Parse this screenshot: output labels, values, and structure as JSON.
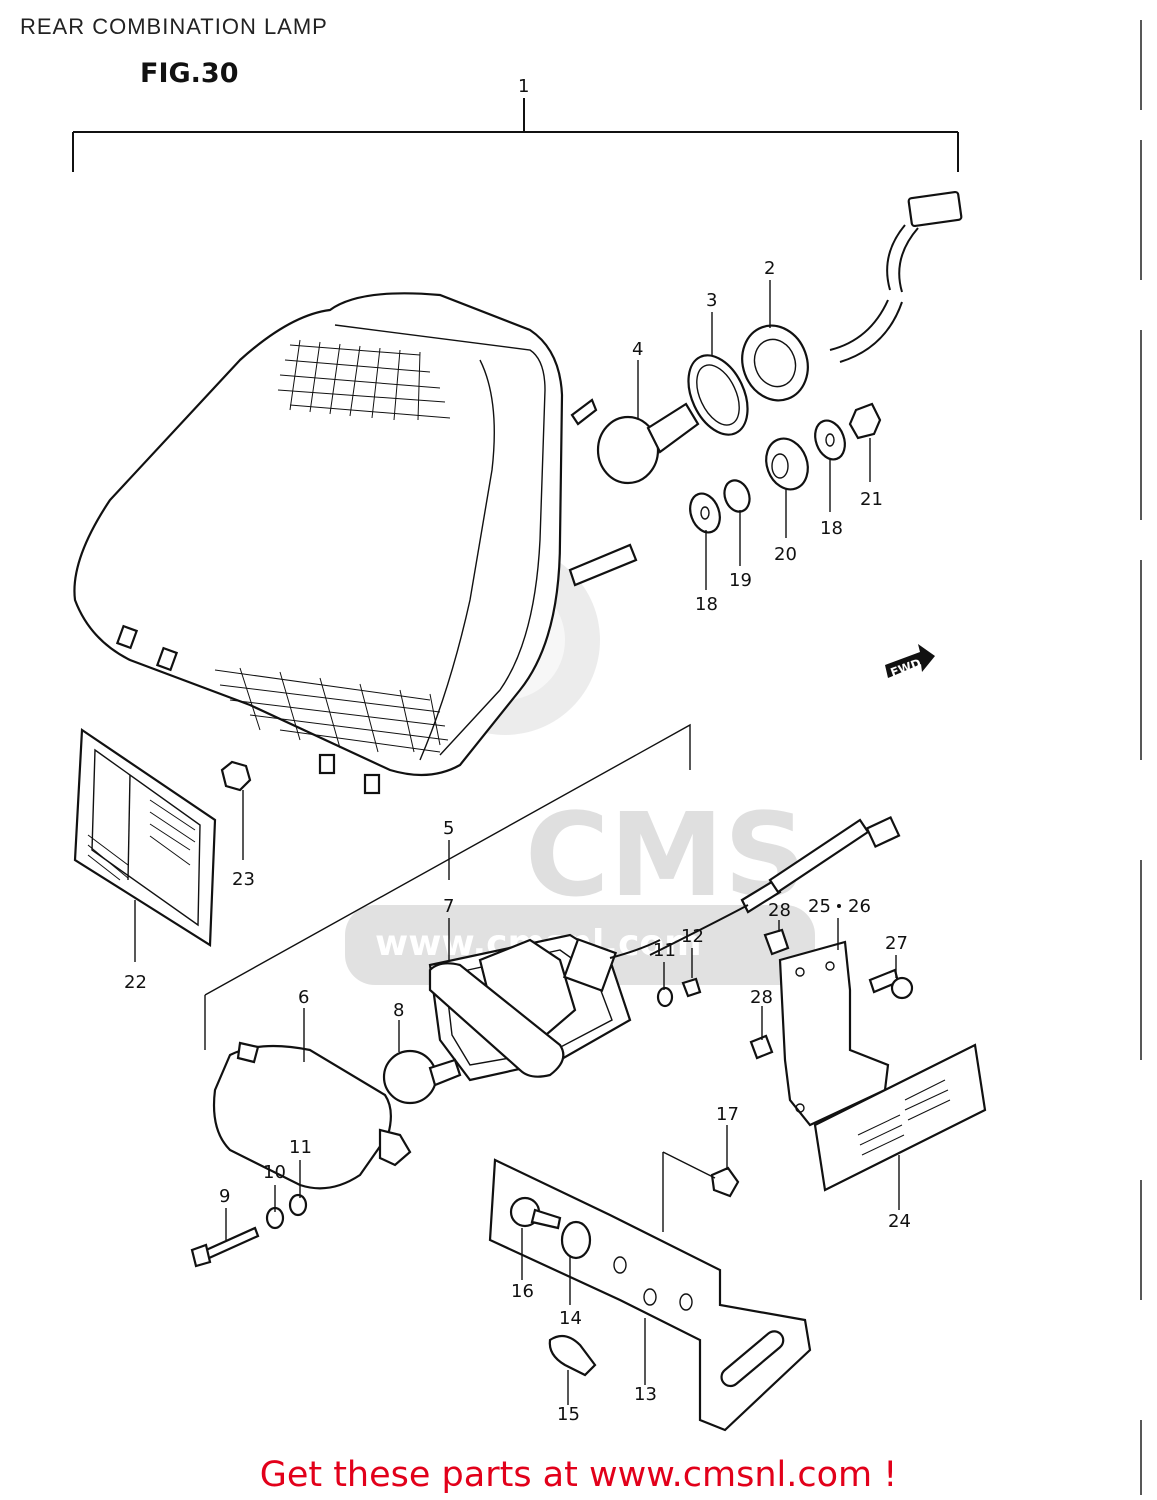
{
  "header": {
    "title": "REAR COMBINATION LAMP",
    "figure": "FIG.30"
  },
  "watermark": {
    "brand": "CMS",
    "site": "www.cmsnl.com"
  },
  "direction_marker": "FWD",
  "callouts": [
    "1",
    "2",
    "3",
    "4",
    "5",
    "6",
    "7",
    "8",
    "9",
    "10",
    "11",
    "11",
    "12",
    "13",
    "14",
    "15",
    "16",
    "17",
    "18",
    "18",
    "19",
    "20",
    "21",
    "22",
    "23",
    "24",
    "25",
    "26",
    "27",
    "28",
    "28"
  ],
  "footer": {
    "link_text": "Get these parts at www.cmsnl.com !"
  },
  "colors": {
    "footer_text": "#e2001a",
    "linework": "#111111",
    "watermark": "#dcdcdc"
  }
}
